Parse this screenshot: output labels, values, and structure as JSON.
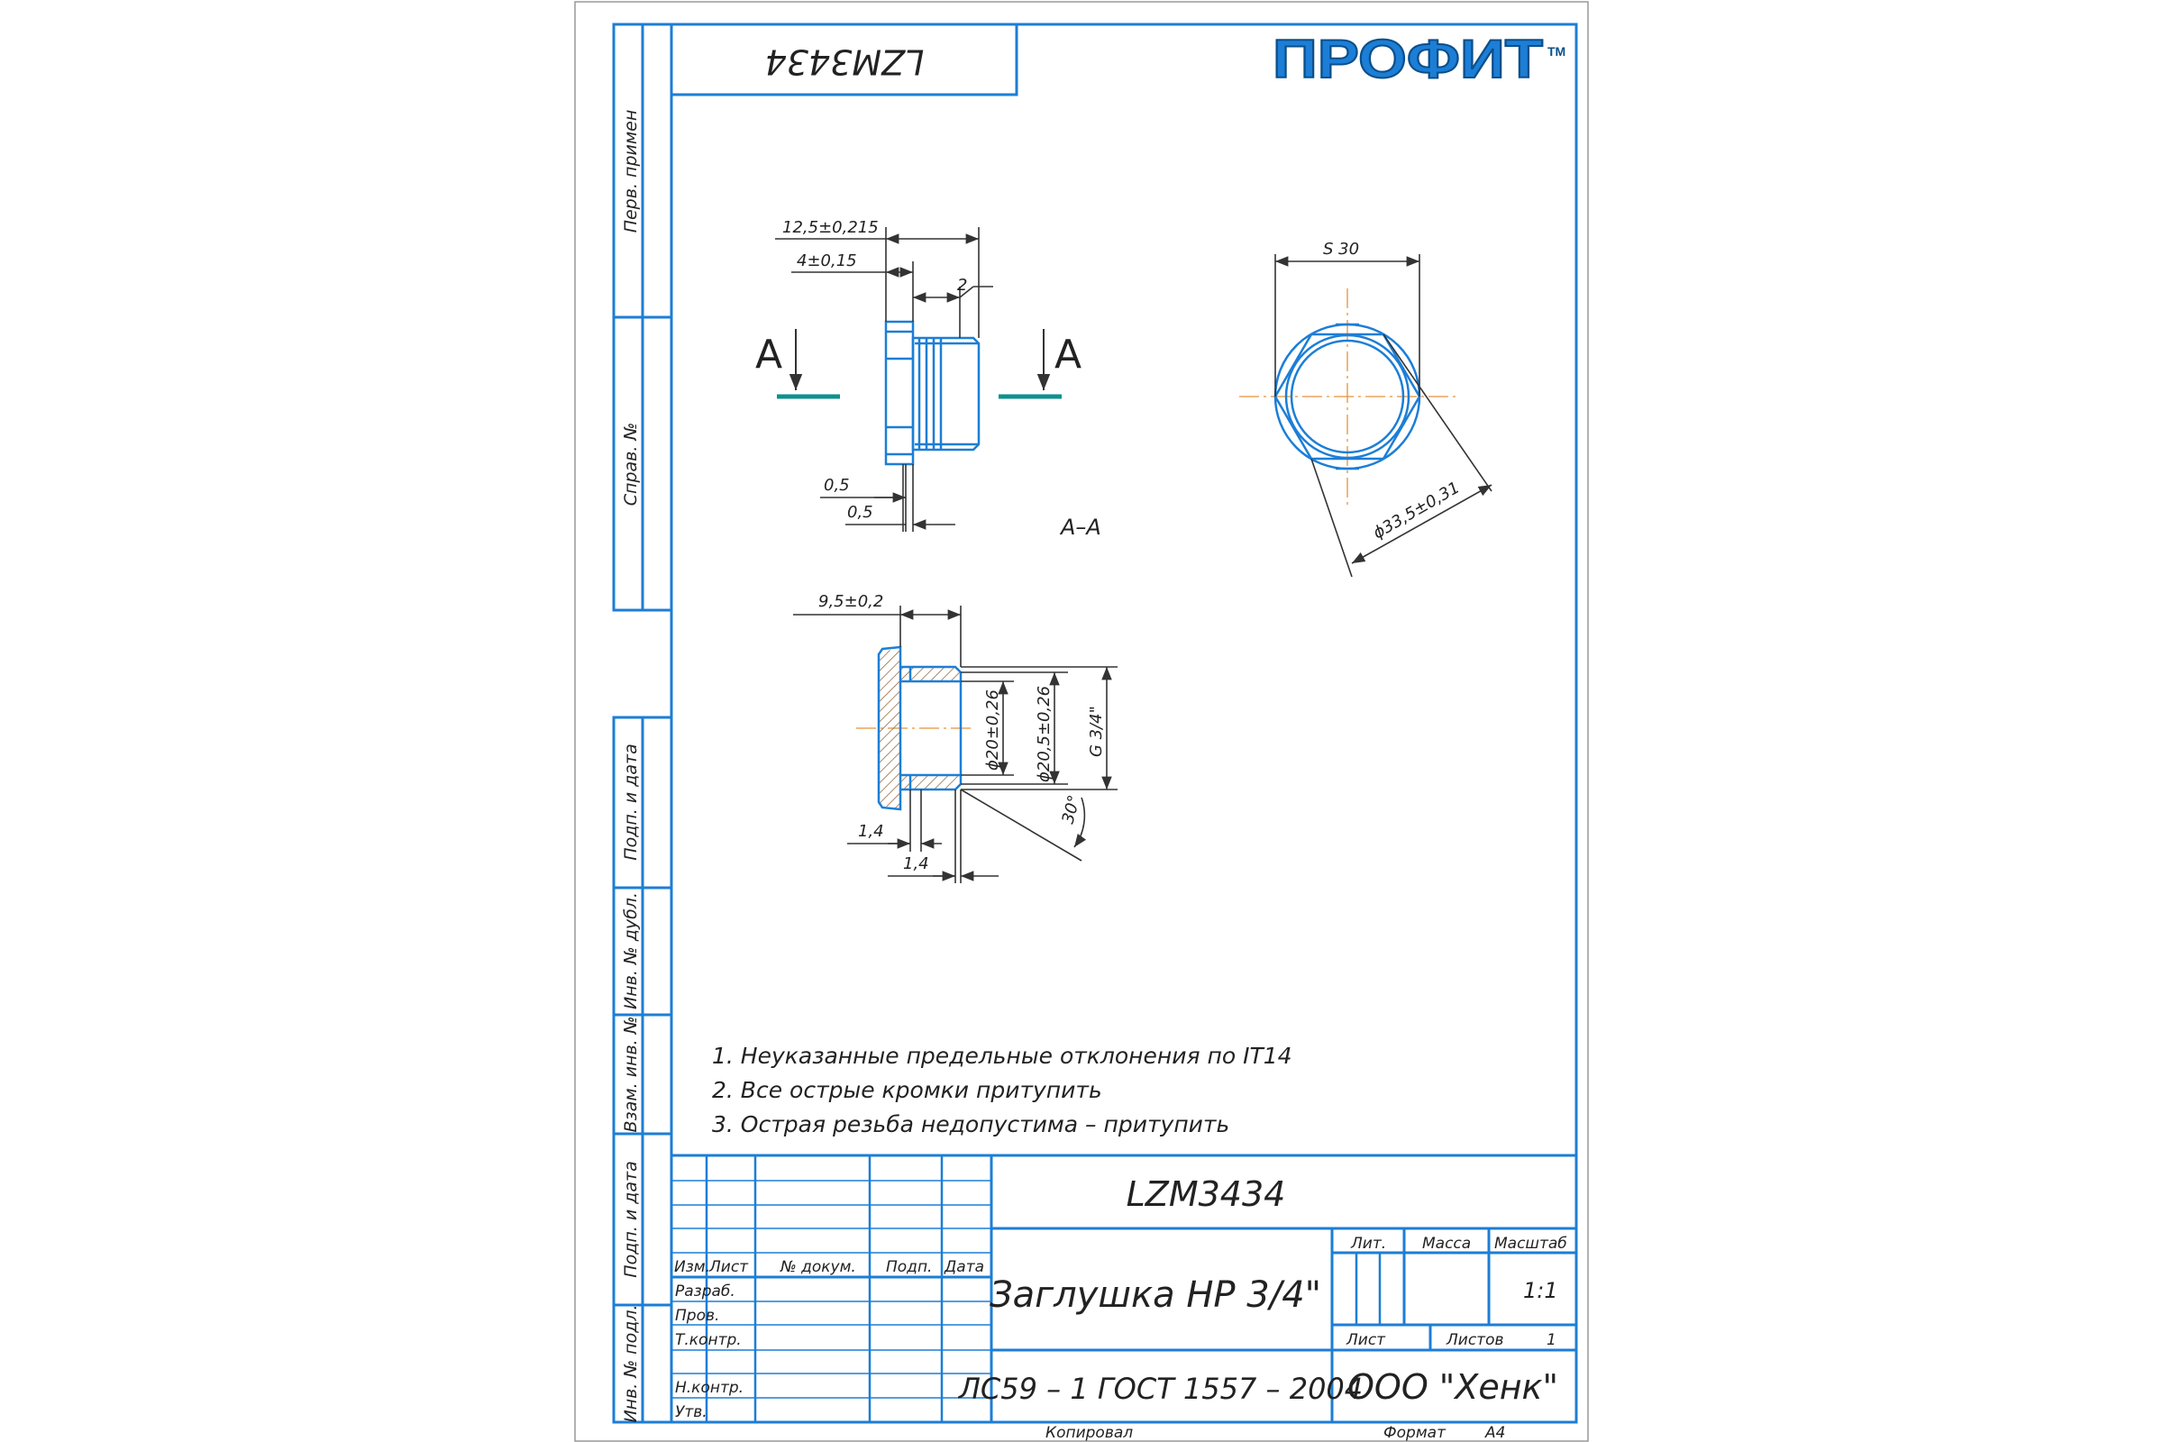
{
  "colors": {
    "frame": "#1c7ed6",
    "part": "#1c7ed6",
    "hatch": "#8a5a2b",
    "center": "#e8913b",
    "section_line": "#0f8f8f",
    "dim": "#333333",
    "text": "#222222"
  },
  "logo": {
    "text": "ПРОФИТ",
    "tm": "ТМ"
  },
  "corner_code": "LZM3434",
  "side_columns": [
    "Перв. примен",
    "Справ. №",
    "Подп. и дата",
    "Инв. № дубл.",
    "Взам. инв. №",
    "Подп. и дата",
    "Инв. № подл."
  ],
  "view_front": {
    "dims": {
      "d1": "12,5±0,215",
      "d2": "4±0,15",
      "d3": "2",
      "d4": "0,5",
      "d5": "0,5"
    },
    "section_marks": {
      "left": "А",
      "right": "А"
    }
  },
  "view_end": {
    "dims": {
      "width": "S 30",
      "diameter": "ϕ33,5±0,31"
    }
  },
  "section_view": {
    "title": "А–А",
    "dims": {
      "length": "9,5±0,2",
      "d_inner": "ϕ20±0,26",
      "d_bore": "ϕ20,5±0,26",
      "thread": "G 3/4\"",
      "angle": "30°",
      "l1": "1,4",
      "l2": "1,4"
    }
  },
  "notes": [
    "1. Неуказанные предельные отклонения по IT14",
    "2. Все острые кромки притупить",
    "3. Острая резьба недопустима – притупить"
  ],
  "title_block": {
    "doc_code": "LZM3434",
    "part_name": "Заглушка НР 3/4\"",
    "material": "ЛС59 – 1 ГОСТ 1557 – 2004",
    "company": "ООО \"Хенк\"",
    "col_headers": [
      "Изм.",
      "Лист",
      "№ докум.",
      "Подп.",
      "Дата"
    ],
    "roles": [
      "Разраб.",
      "Пров.",
      "Т.контр.",
      "Н.контр.",
      "Утв."
    ],
    "lit": "Лит.",
    "mass": "Масса",
    "scale_label": "Масштаб",
    "scale": "1:1",
    "sheet": "Лист",
    "sheets": "Листов",
    "sheets_value": "1"
  },
  "footer": {
    "copied": "Копировал",
    "format_label": "Формат",
    "format": "А4"
  }
}
